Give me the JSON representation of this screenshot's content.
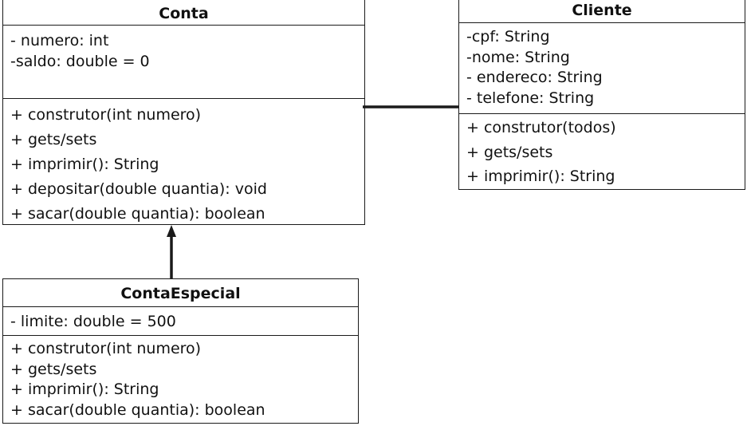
{
  "classes": {
    "conta": {
      "name": "Conta",
      "attributes": [
        "- numero: int",
        "-saldo: double = 0"
      ],
      "operations": [
        "+ construtor(int numero)",
        "+ gets/sets",
        "+ imprimir(): String",
        "+ depositar(double quantia): void",
        "+ sacar(double quantia): boolean"
      ]
    },
    "cliente": {
      "name": "Cliente",
      "attributes": [
        "-cpf: String",
        "-nome: String",
        "- endereco: String",
        "- telefone: String"
      ],
      "operations": [
        "+ construtor(todos)",
        "+ gets/sets",
        "+ imprimir(): String"
      ]
    },
    "conta_especial": {
      "name": "ContaEspecial",
      "attributes": [
        "- limite: double = 500"
      ],
      "operations": [
        "+ construtor(int numero)",
        "+ gets/sets",
        "+ imprimir(): String",
        "+ sacar(double quantia): boolean"
      ]
    }
  },
  "relationships": [
    {
      "type": "association",
      "from": "Conta",
      "to": "Cliente"
    },
    {
      "type": "inheritance",
      "from": "ContaEspecial",
      "to": "Conta"
    }
  ],
  "colors": {
    "line": "#1a1a1a",
    "background": "#ffffff",
    "text": "#111111"
  }
}
